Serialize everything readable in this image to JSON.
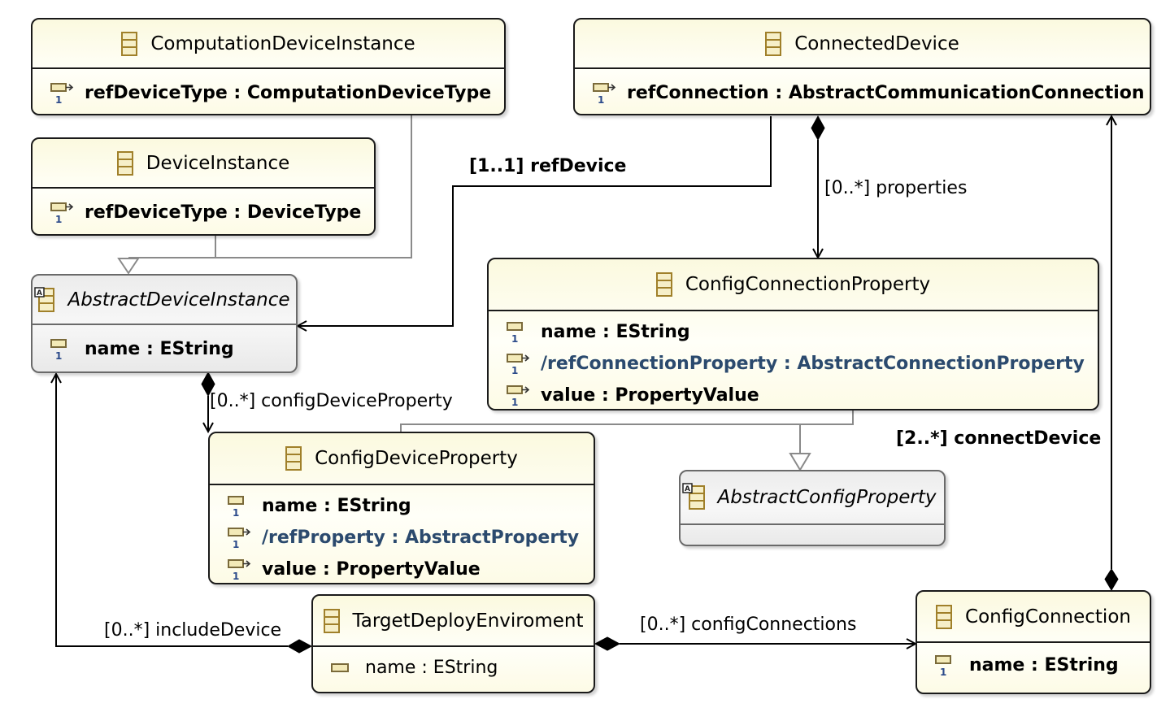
{
  "classes": {
    "computation_device_instance": {
      "name": "ComputationDeviceInstance",
      "attrs": [
        "refDeviceType : ComputationDeviceType"
      ]
    },
    "connected_device": {
      "name": "ConnectedDevice",
      "attrs": [
        "refConnection : AbstractCommunicationConnection"
      ]
    },
    "device_instance": {
      "name": "DeviceInstance",
      "attrs": [
        "refDeviceType : DeviceType"
      ]
    },
    "abstract_device_instance": {
      "name": "AbstractDeviceInstance",
      "attrs": [
        "name : EString"
      ]
    },
    "config_connection_property": {
      "name": "ConfigConnectionProperty",
      "attrs": [
        "name : EString",
        "/refConnectionProperty : AbstractConnectionProperty",
        "value : PropertyValue"
      ]
    },
    "config_device_property": {
      "name": "ConfigDeviceProperty",
      "attrs": [
        "name : EString",
        "/refProperty : AbstractProperty",
        "value : PropertyValue"
      ]
    },
    "abstract_config_property": {
      "name": "AbstractConfigProperty",
      "attrs": []
    },
    "target_deploy_enviroment": {
      "name": "TargetDeployEnviroment",
      "attrs": [
        "name : EString"
      ]
    },
    "config_connection": {
      "name": "ConfigConnection",
      "attrs": [
        "name : EString"
      ]
    }
  },
  "edge_labels": {
    "ref_device": "[1..1] refDevice",
    "properties": "[0..*] properties",
    "config_device_property": "[0..*] configDeviceProperty",
    "connect_device": "[2..*] connectDevice",
    "include_device": "[0..*] includeDevice",
    "config_connections": "[0..*] configConnections"
  },
  "icons": {
    "class": "class-icon",
    "attribute": "attribute-icon",
    "reference": "reference-icon",
    "abstract": "abstract-marker-icon"
  },
  "colors": {
    "class_fill": "#fbf9df",
    "abstract_fill": "#ececec",
    "icon_gold": "#a0802a",
    "derived_text": "#2b4a6e"
  }
}
